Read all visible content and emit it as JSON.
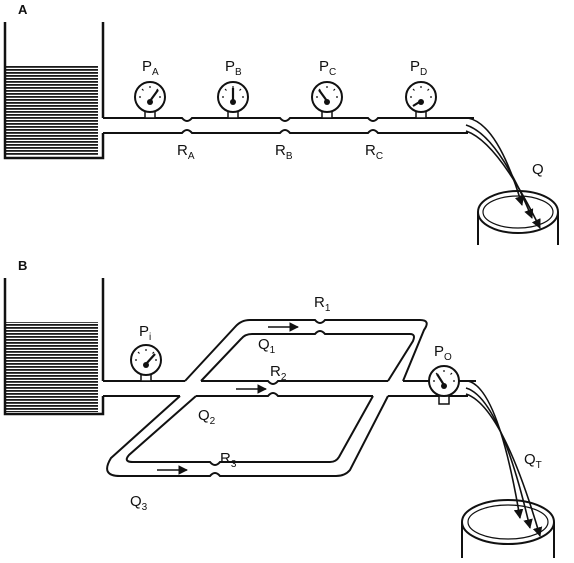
{
  "panel_a": {
    "label": "A",
    "gauges": [
      {
        "main": "P",
        "sub": "A"
      },
      {
        "main": "P",
        "sub": "B"
      },
      {
        "main": "P",
        "sub": "C"
      },
      {
        "main": "P",
        "sub": "D"
      }
    ],
    "resistances": [
      {
        "main": "R",
        "sub": "A"
      },
      {
        "main": "R",
        "sub": "B"
      },
      {
        "main": "R",
        "sub": "C"
      }
    ],
    "flow": {
      "main": "Q",
      "sub": ""
    }
  },
  "panel_b": {
    "label": "B",
    "gauge_in": {
      "main": "P",
      "sub": "i"
    },
    "gauge_out": {
      "main": "P",
      "sub": "O"
    },
    "resistances": [
      {
        "main": "R",
        "sub": "1"
      },
      {
        "main": "R",
        "sub": "2"
      },
      {
        "main": "R",
        "sub": "3"
      }
    ],
    "flows": [
      {
        "main": "Q",
        "sub": "1"
      },
      {
        "main": "Q",
        "sub": "2"
      },
      {
        "main": "Q",
        "sub": "3"
      }
    ],
    "flow_total": {
      "main": "Q",
      "sub": "T"
    }
  }
}
